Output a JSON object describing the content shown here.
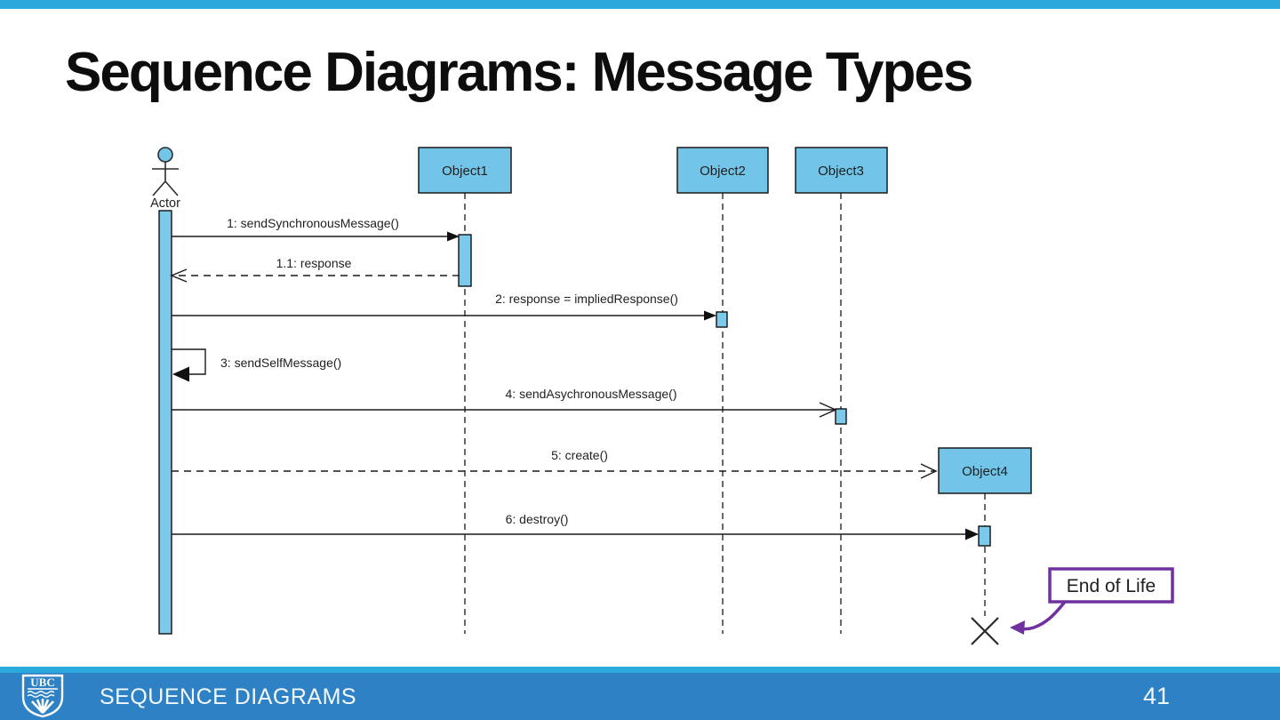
{
  "slide": {
    "title": "Sequence Diagrams: Message Types",
    "footer": {
      "section_label": "SEQUENCE DIAGRAMS",
      "page_number": "41",
      "logo_text": "UBC"
    },
    "colors": {
      "accent_light_blue": "#2AA9DC",
      "footer_blue": "#2E81C4",
      "uml_fill_blue": "#72C5E8",
      "annotation_purple": "#7030A0",
      "line_black": "#1A1A1A"
    }
  },
  "diagram": {
    "type": "uml-sequence-diagram",
    "actor": {
      "label": "Actor"
    },
    "objects": [
      {
        "label": "Object1"
      },
      {
        "label": "Object2"
      },
      {
        "label": "Object3"
      },
      {
        "label": "Object4"
      }
    ],
    "messages": [
      {
        "label": "1: sendSynchronousMessage()",
        "from": "Actor",
        "to": "Object1",
        "line": "solid",
        "arrowhead": "filled",
        "type": "synchronous"
      },
      {
        "label": "1.1: response",
        "from": "Object1",
        "to": "Actor",
        "line": "dashed",
        "arrowhead": "open",
        "type": "return"
      },
      {
        "label": "2: response = impliedResponse()",
        "from": "Actor",
        "to": "Object2",
        "line": "solid",
        "arrowhead": "filled",
        "type": "synchronous"
      },
      {
        "label": "3: sendSelfMessage()",
        "from": "Actor",
        "to": "Actor",
        "line": "solid",
        "arrowhead": "filled",
        "type": "self"
      },
      {
        "label": "4: sendAsychronousMessage()",
        "from": "Actor",
        "to": "Object3",
        "line": "solid",
        "arrowhead": "open",
        "type": "asynchronous"
      },
      {
        "label": "5: create()",
        "from": "Actor",
        "to": "Object4",
        "line": "dashed",
        "arrowhead": "open",
        "type": "create"
      },
      {
        "label": "6: destroy()",
        "from": "Actor",
        "to": "Object4",
        "line": "solid",
        "arrowhead": "filled",
        "type": "destroy"
      }
    ],
    "annotation": {
      "label": "End of Life"
    }
  }
}
